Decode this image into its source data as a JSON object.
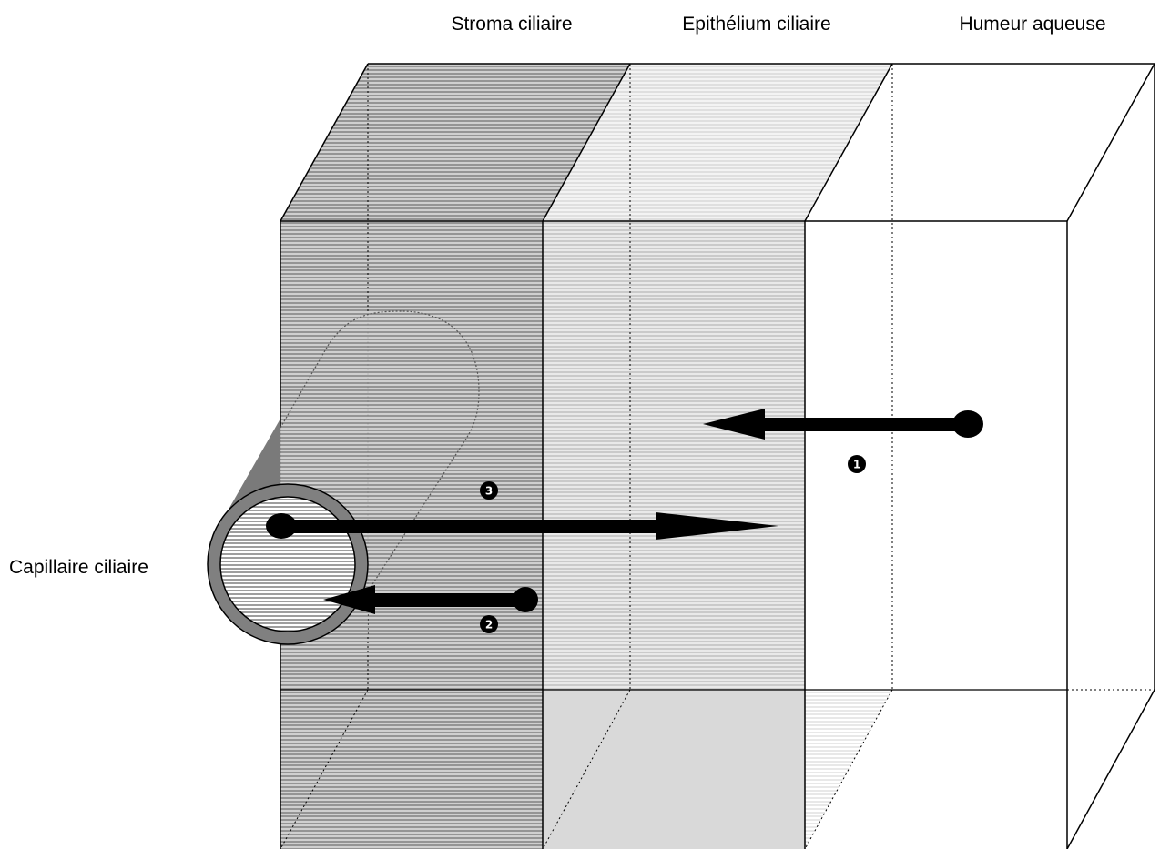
{
  "labels": {
    "stroma": "Stroma ciliaire",
    "epithelium": "Epithélium ciliaire",
    "humeur": "Humeur aqueuse",
    "capillaire": "Capillaire ciliaire"
  },
  "markers": {
    "one": "1",
    "two": "2",
    "three": "3"
  },
  "colors": {
    "stroma_fill": "#a6a6a6",
    "epithelium_fill": "#dcdcdc",
    "bottom_epithelium": "#d9d9d9",
    "capillary_ring": "#808080",
    "arrow": "#000000"
  }
}
